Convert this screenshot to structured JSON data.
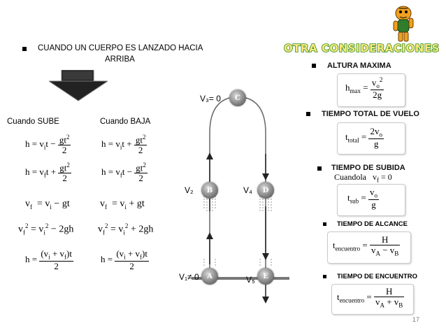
{
  "header": {
    "bullet_text_line1": "CUANDO UN CUERPO ES LANZADO HACIA",
    "bullet_text_line2": "ARRIBA",
    "title": "OTRA CONSIDERACIONES"
  },
  "left": {
    "col_sube": "Cuando SUBE",
    "col_baja": "Cuando BAJA",
    "eq_minus": "−",
    "eq_plus": "+",
    "eq_equals": "=",
    "h": "h",
    "vi": "v",
    "gt": "gt",
    "two": "2",
    "gh": "2gh",
    "t": "t"
  },
  "diagram": {
    "point_c_value": "V₃= 0",
    "point_b_label": "V₂",
    "point_d_label": "V₄",
    "point_a_label": "V₁≠ 0",
    "point_e_label": "V₅",
    "balls": [
      "C",
      "B",
      "D",
      "A",
      "E"
    ]
  },
  "right": {
    "altura": "ALTURA MAXIMA",
    "tiempo_total": "TIEMPO TOTAL DE VUELO",
    "tiempo_subida": "TIEMPO DE SUBIDA",
    "cuandola": "Cuandola",
    "cuandola_cond_var": "v",
    "cuandola_cond_sub": "f",
    "cuandola_cond_val": "= 0",
    "tiempo_alcance": "TIEMPO DE ALCANCE",
    "tiempo_encuentro": "TIEMPO DE ENCUENTRO",
    "h_max_sub": "max",
    "t_total_sub": "total",
    "t_sub_sub": "sub",
    "t_enc_sub": "encuentro",
    "H": "H",
    "vo": "v",
    "o": "o",
    "g": "g",
    "two_g": "2g",
    "two_vo": "2v",
    "vA": "v",
    "A": "A",
    "vB": "v",
    "B": "B"
  },
  "footer": {
    "page_number": "17"
  },
  "colors": {
    "title_fill": "#fbe87a",
    "title_stroke": "#2a8a1e",
    "arrow": "#222222"
  }
}
